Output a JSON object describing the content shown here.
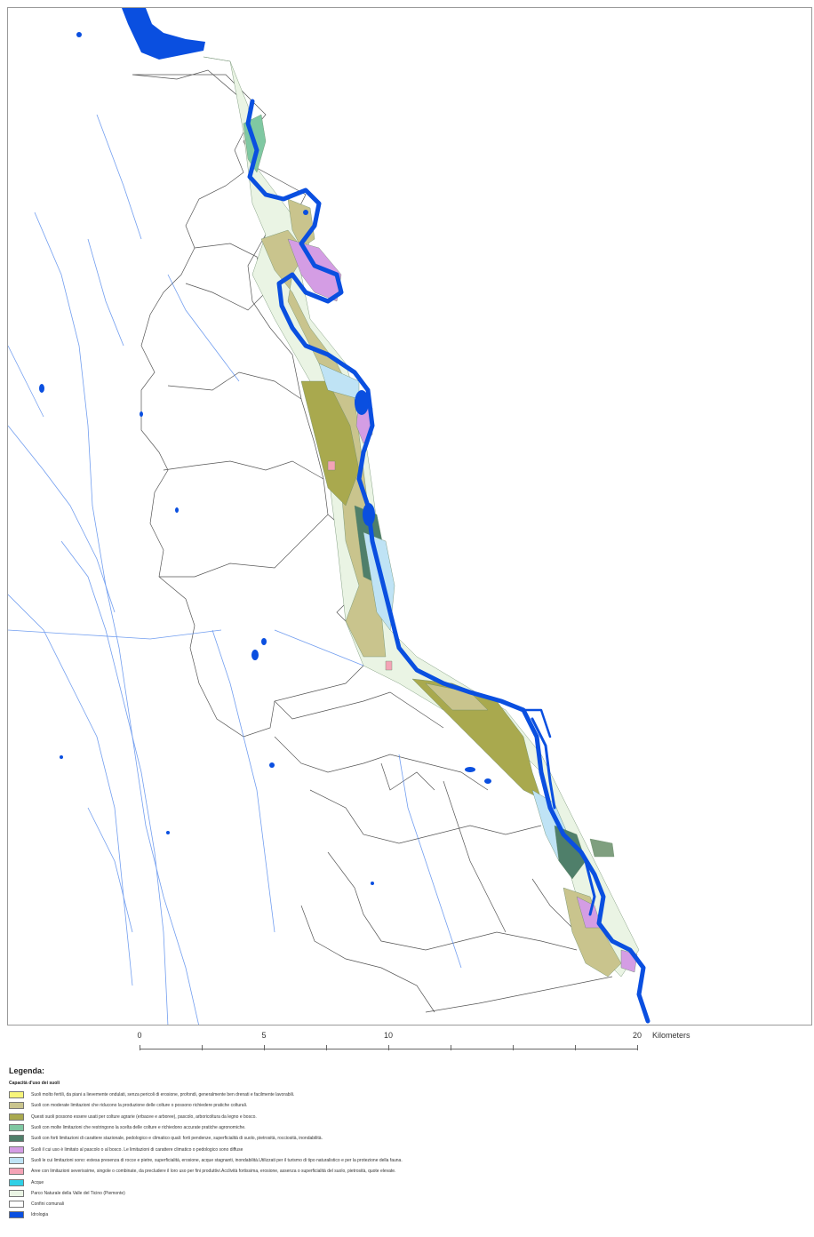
{
  "map": {
    "colors": {
      "water": "#0a4fe0",
      "river_light": "#4f86ec",
      "boundary": "#555555",
      "tan": "#c9c48d",
      "olive": "#a9a94e",
      "green": "#7fc8a2",
      "dark_green": "#4f7f6a",
      "purple": "#d49de4",
      "light_blue": "#bfe3f5",
      "pink": "#f4a3b6",
      "cyan": "#2fd0e6",
      "park": "#eaf4e4"
    }
  },
  "scale_bar": {
    "ticks": [
      "0",
      "5",
      "10",
      "20"
    ],
    "unit": "Kilometers"
  },
  "legend": {
    "title": "Legenda:",
    "subtitle": "Capacità d'uso dei suoli",
    "items": [
      {
        "label": "Suoli molto fertili, da piani a lievemente ondulati, senza pericoli di erosione, profondi, generalmente ben drenati e facilmente lavorabili.",
        "color": "#f7f57a"
      },
      {
        "label": "Suoli con moderate limitazioni che riducono la produzione delle colture o possono richiedere pratiche colturali.",
        "color": "#c9c48d"
      },
      {
        "label": "Questi suoli possono essere usati per colture agrarie (erbacee e arboree), pascolo, arboricoltura da legno e bosco.",
        "color": "#a9a94e"
      },
      {
        "label": "Suoli con molte limitazioni che restringono la scelta delle colture e richiedono accurate pratiche agronomiche.",
        "color": "#7fc8a2"
      },
      {
        "label": "Suoli con forti limitazioni di carattere stazionale, pedologico e climatico quali: forti pendenze, superficialità di suolo, pietrosità, rocciosità, inondabilità.",
        "color": "#4f7f6a"
      },
      {
        "label": "Suoli il cui uso è limitato al pascolo o al bosco. Le limitazioni di carattere climatico o pedologico sono diffuse",
        "color": "#d49de4"
      },
      {
        "label": "Suoli le cui limitazioni sono: estesa presenza di rocce e pietre, superficialità, erosione, acque stagnanti, inondabilità.Utilizzati per il turismo di tipo naturalistico e per la protezione della fauna.",
        "color": "#bfe3f5"
      },
      {
        "label": "Aree con limitazioni severissime, singole o combinate, da precludere il loro uso per fini produttivi.Acclività fortissima, erosione, assenza o superficialità del suolo, pietrosità, quote elevate.",
        "color": "#f4a3b6"
      },
      {
        "label": "Acque",
        "color": "#2fd0e6"
      },
      {
        "label": "Parco Naturale della Valle del Ticino (Piemonte)",
        "color": "#eaf4e4"
      },
      {
        "label": "Confini comunali",
        "color": "#ffffff"
      },
      {
        "label": "Idrologia",
        "color": "#0a4fe0"
      }
    ]
  }
}
